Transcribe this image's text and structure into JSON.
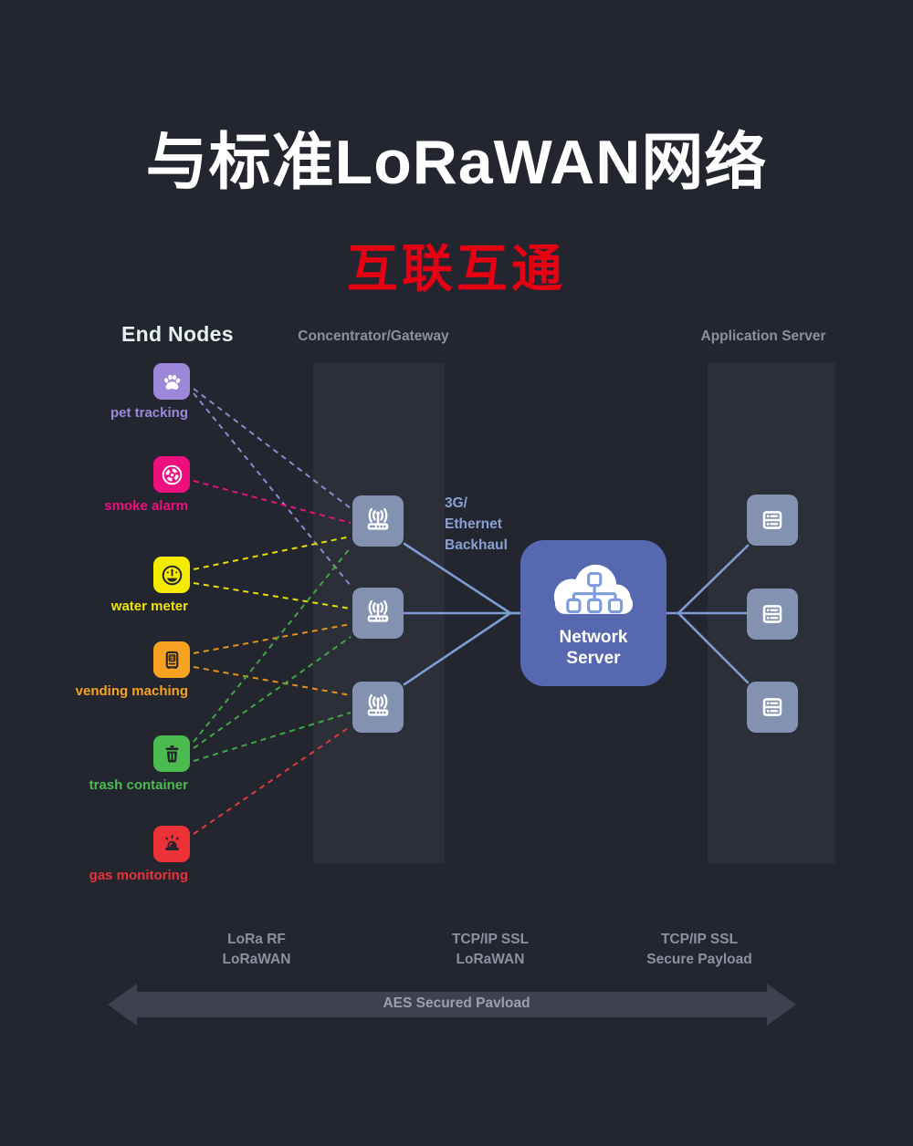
{
  "title": "与标准LoRaWAN网络",
  "subtitle": "互联互通",
  "column_headers": {
    "end_nodes": "End Nodes",
    "gateway": "Concentrator/Gateway",
    "application_server": "Application Server"
  },
  "end_nodes": [
    {
      "id": "pet-tracking",
      "label": "pet tracking",
      "tile_color": "#9c87d8",
      "label_color": "#9d88d9",
      "glyph_color": "#ffffff",
      "icon": "paw-icon"
    },
    {
      "id": "smoke-alarm",
      "label": "smoke alarm",
      "tile_color": "#ee0f7f",
      "label_color": "#ee0f7f",
      "glyph_color": "#ffffff",
      "icon": "smoke-detector-icon"
    },
    {
      "id": "water-meter",
      "label": "water meter",
      "tile_color": "#f4eb00",
      "label_color": "#eee405",
      "glyph_color": "#23242c",
      "icon": "water-meter-icon"
    },
    {
      "id": "vending-maching",
      "label": "vending maching",
      "tile_color": "#f7a320",
      "label_color": "#f7a320",
      "glyph_color": "#23242c",
      "icon": "vending-machine-icon"
    },
    {
      "id": "trash-container",
      "label": "trash container",
      "tile_color": "#4bbb50",
      "label_color": "#4bbb50",
      "glyph_color": "#23242c",
      "icon": "trash-bin-icon"
    },
    {
      "id": "gas-monitoring",
      "label": "gas monitoring",
      "tile_color": "#ec3237",
      "label_color": "#ec3237",
      "glyph_color": "#23242c",
      "icon": "siren-icon"
    }
  ],
  "gateways": [
    {
      "id": "gateway-1"
    },
    {
      "id": "gateway-2"
    },
    {
      "id": "gateway-3"
    }
  ],
  "application_servers": [
    {
      "id": "app-server-1"
    },
    {
      "id": "app-server-2"
    },
    {
      "id": "app-server-3"
    }
  ],
  "network_server": {
    "line1": "Network",
    "line2": "Server"
  },
  "backhaul_lines": [
    "3G/",
    "Ethernet",
    "Backhaul"
  ],
  "connections": [
    {
      "from": "pet-tracking",
      "to": "gateway-1",
      "color": "#9186cc"
    },
    {
      "from": "pet-tracking",
      "to": "gateway-2",
      "color": "#9186cc"
    },
    {
      "from": "smoke-alarm",
      "to": "gateway-1",
      "color": "#e5137c"
    },
    {
      "from": "water-meter",
      "to": "gateway-1",
      "color": "#e6de06"
    },
    {
      "from": "water-meter",
      "to": "gateway-2",
      "color": "#e6de06"
    },
    {
      "from": "vending-maching",
      "to": "gateway-2",
      "color": "#e2921e"
    },
    {
      "from": "vending-maching",
      "to": "gateway-3",
      "color": "#e2921e"
    },
    {
      "from": "trash-container",
      "to": "gateway-1",
      "color": "#3ea944"
    },
    {
      "from": "trash-container",
      "to": "gateway-2",
      "color": "#3ea944"
    },
    {
      "from": "trash-container",
      "to": "gateway-3",
      "color": "#3ea944"
    },
    {
      "from": "gas-monitoring",
      "to": "gateway-3",
      "color": "#da3b3b"
    }
  ],
  "solid_link_color": "#7e9cd4",
  "footer": {
    "segment1": [
      "LoRa RF",
      "LoRaWAN"
    ],
    "segment2": [
      "TCP/IP SSL",
      "LoRaWAN"
    ],
    "segment3": [
      "TCP/IP SSL",
      "Secure Payload"
    ],
    "arrow_label": "AES Secured Pavload"
  },
  "colors": {
    "background": "#23252f",
    "panel": "#2c2e38",
    "device_tile": "#8292b0",
    "network_server_box": "#5568b0",
    "title": "#ffffff",
    "subtitle": "#e60013",
    "end_nodes_header": "#e6f2f1",
    "column_header": "#8d919e",
    "backhaul_text": "#8ba1d3",
    "footer_text": "#8d919f",
    "arrow_fill": "#3d4150",
    "arrow_text": "#9aa0ac"
  }
}
